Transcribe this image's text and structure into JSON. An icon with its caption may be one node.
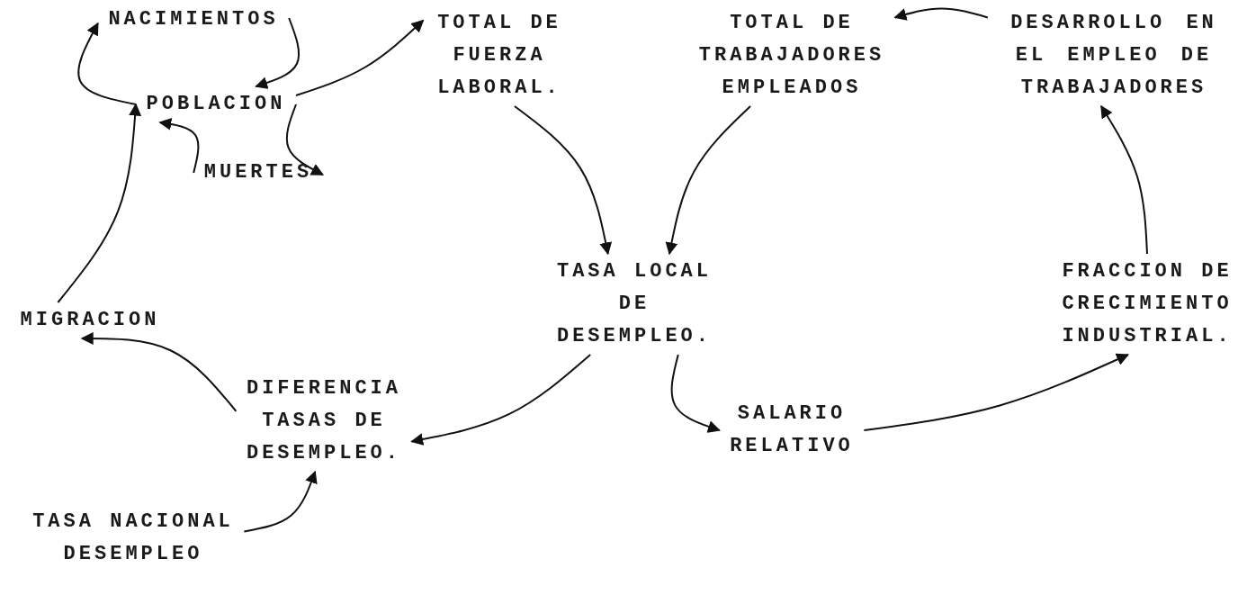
{
  "diagram": {
    "nodes": [
      {
        "text": [
          "NACIMIENTOS"
        ]
      },
      {
        "text": [
          "POBLACION"
        ]
      },
      {
        "text": [
          "MUERTES"
        ]
      },
      {
        "text": [
          "TOTAL DE FUERZA LABORAL."
        ]
      },
      {
        "text": [
          "TOTAL DE TRABAJADORES EMPLEADOS"
        ]
      },
      {
        "text": [
          "DESARROLLO EN EL EMPLEO DE TRABAJADORES"
        ]
      },
      {
        "text": [
          "MIGRACION"
        ]
      },
      {
        "text": [
          "TASA LOCAL DE DESEMPLEO."
        ]
      },
      {
        "text": [
          "FRACCION DE CRECIMIENTO INDUSTRIAL."
        ]
      },
      {
        "text": [
          "DIFERENCIA TASAS DE DESEMPLEO."
        ]
      },
      {
        "text": [
          "SALARIO RELATIVO"
        ]
      },
      {
        "text": [
          "TASA NACIONAL DESEMPLEO"
        ]
      }
    ],
    "edges": [
      {
        "from": 0,
        "to": 1,
        "arrow": "to"
      },
      {
        "from": 1,
        "to": 0,
        "arrow": "to"
      },
      {
        "from": 1,
        "to": 2,
        "arrow": "to"
      },
      {
        "from": 2,
        "to": 1,
        "arrow": "to"
      },
      {
        "from": 1,
        "to": 3,
        "arrow": "to"
      },
      {
        "from": 3,
        "to": 7,
        "arrow": "to"
      },
      {
        "from": 4,
        "to": 7,
        "arrow": "to"
      },
      {
        "from": 5,
        "to": 4,
        "arrow": "to"
      },
      {
        "from": 8,
        "to": 5,
        "arrow": "to"
      },
      {
        "from": 10,
        "to": 8,
        "arrow": "to"
      },
      {
        "from": 7,
        "to": 10,
        "arrow": "to"
      },
      {
        "from": 7,
        "to": 9,
        "arrow": "to"
      },
      {
        "from": 9,
        "to": 6,
        "arrow": "to"
      },
      {
        "from": 6,
        "to": 1,
        "arrow": "to"
      },
      {
        "from": 11,
        "to": 9,
        "arrow": "to"
      }
    ]
  }
}
